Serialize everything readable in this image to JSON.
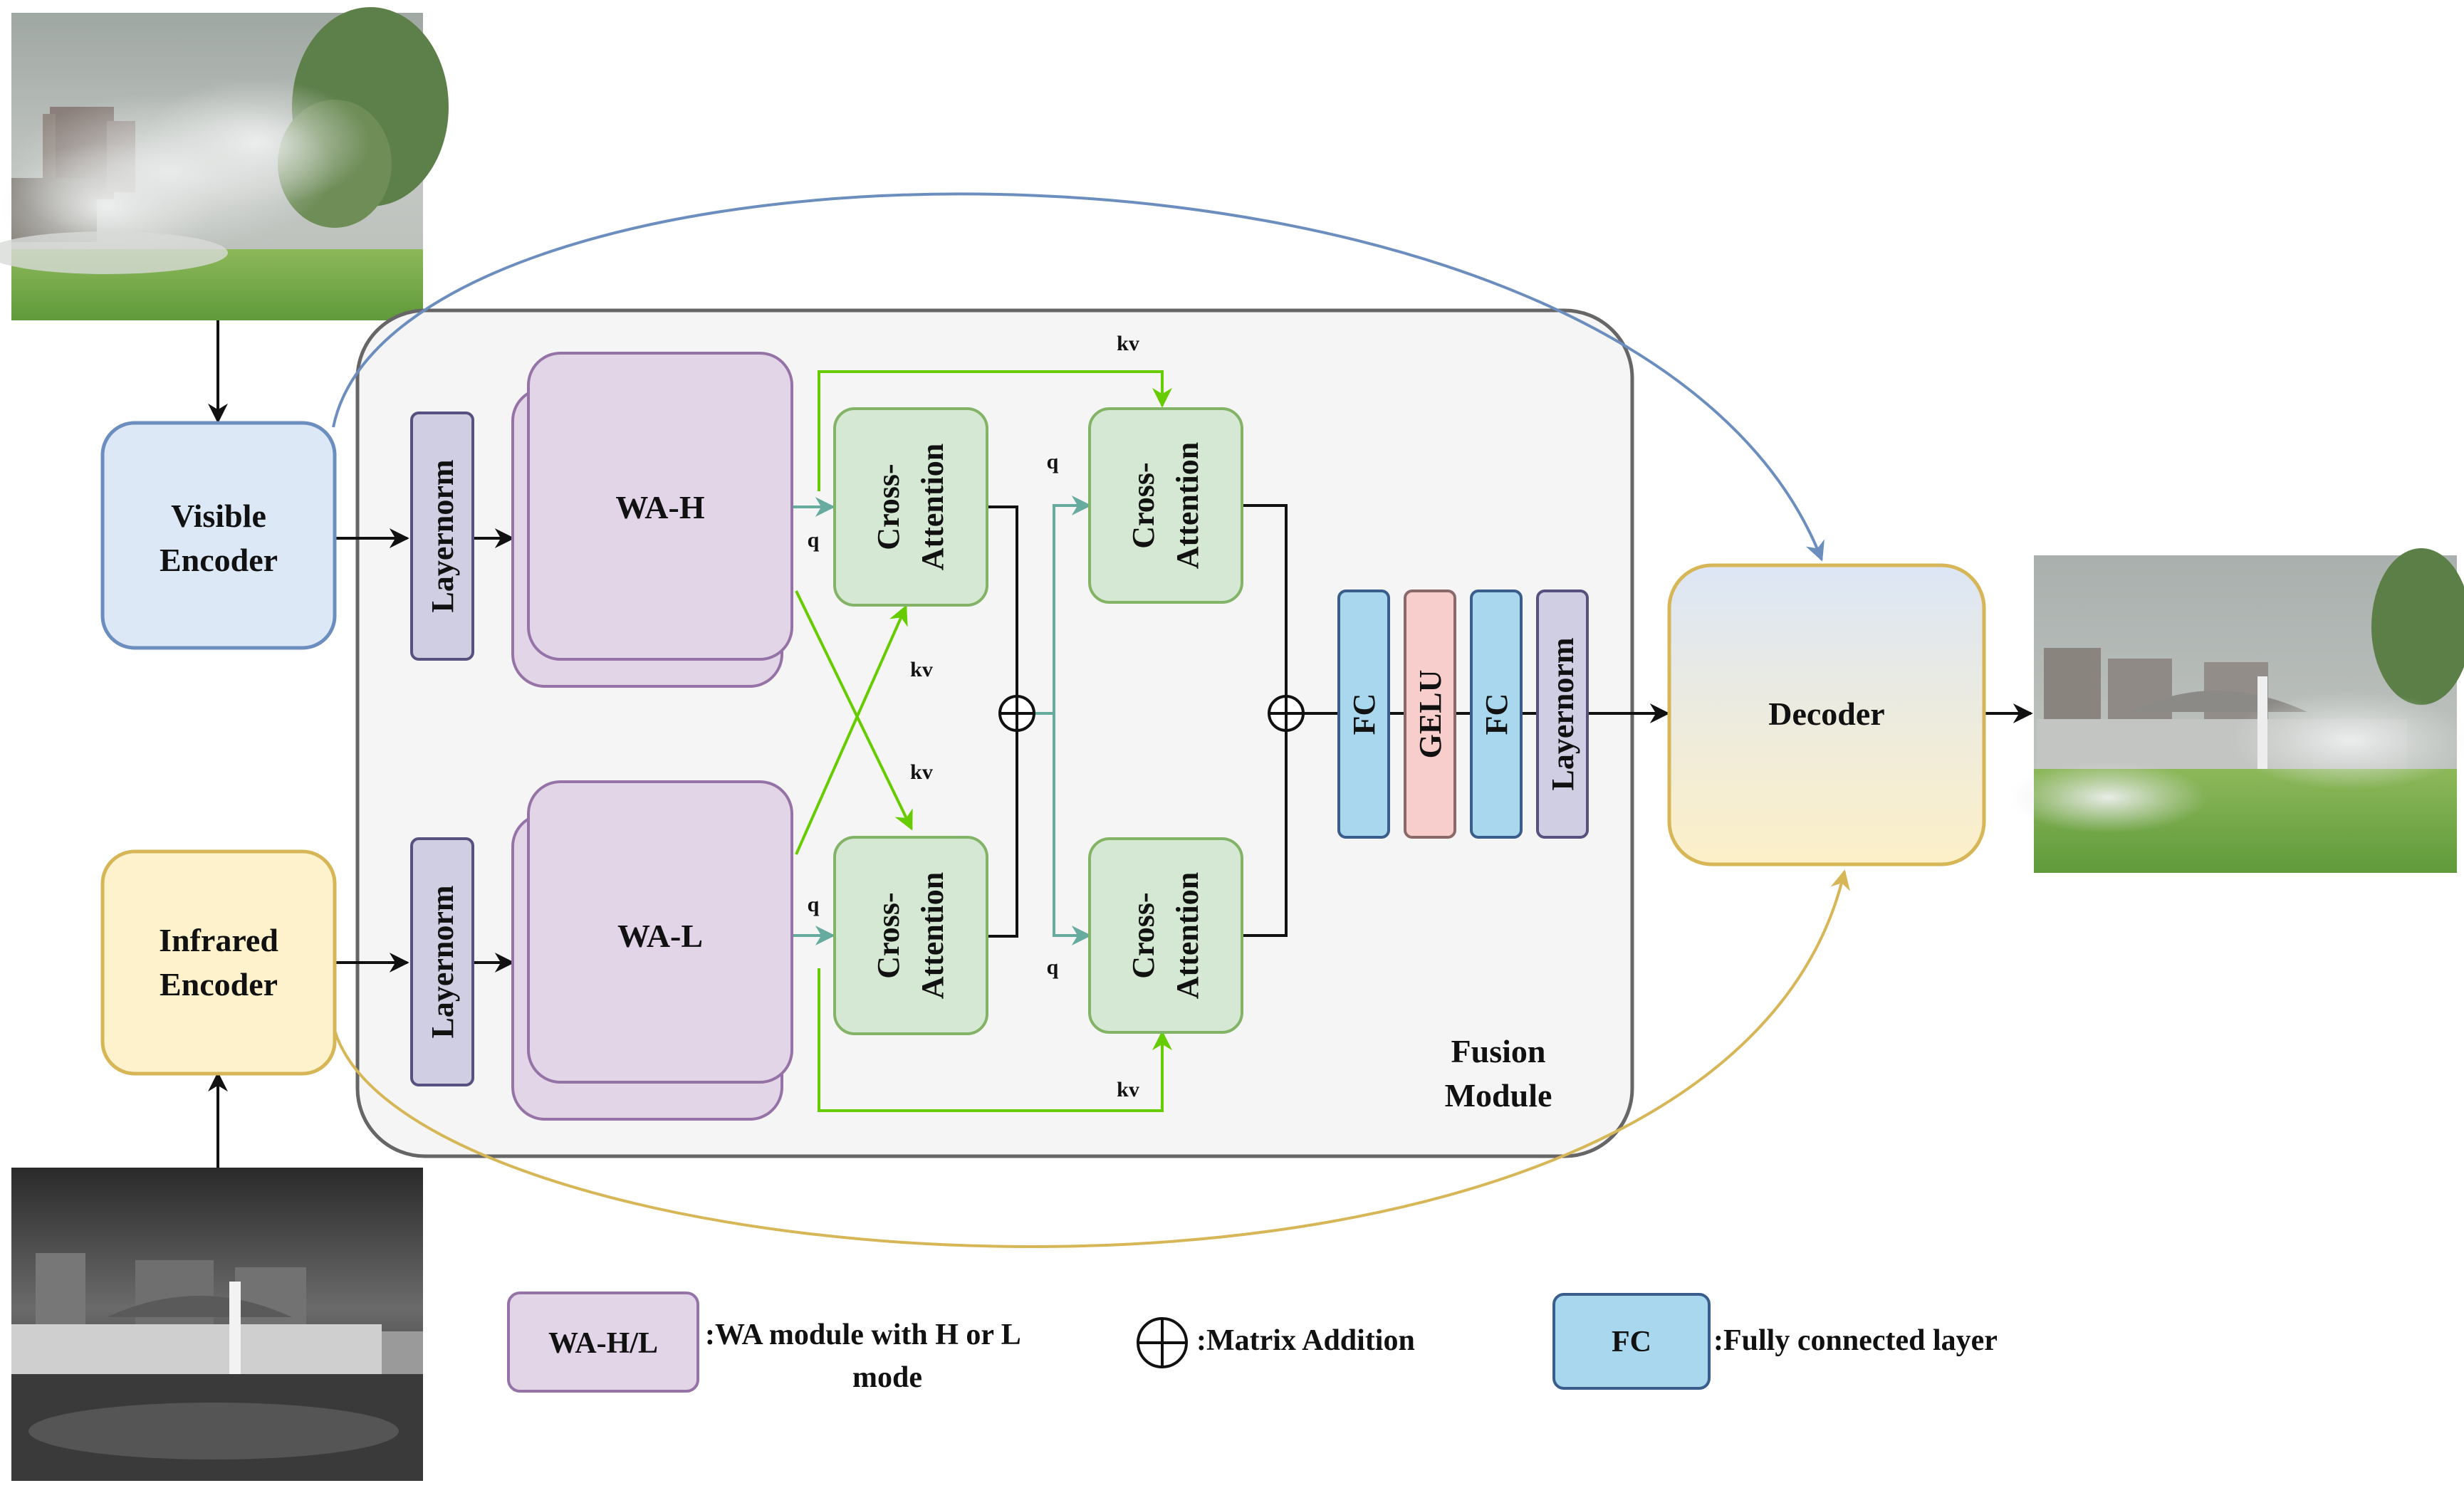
{
  "encoders": {
    "visible": [
      "Visible",
      "Encoder"
    ],
    "infrared": [
      "Infrared",
      "Encoder"
    ]
  },
  "decoder": "Decoder",
  "layernorm": "Layernorm",
  "wa_high": "WA-H",
  "wa_low": "WA-L",
  "cross_attention": [
    "Cross-",
    "Attention"
  ],
  "fc": "FC",
  "gelu": "GELU",
  "q": "q",
  "kv": "kv",
  "fusion_module": [
    "Fusion",
    "Module"
  ],
  "legend": {
    "wa_box": "WA-H/L",
    "wa_desc": [
      ":WA module with H or L",
      "mode"
    ],
    "matrix_addition": ":Matrix Addition",
    "fc_box": "FC",
    "fc_desc": ":Fully connected layer"
  },
  "colors": {
    "encoder_visible_fill": "#dde8f7",
    "encoder_visible_stroke": "#6c8ebf",
    "encoder_infrared_fill": "#fdf2cc",
    "encoder_infrared_stroke": "#d6b656",
    "wa_fill": "#e1d5e7",
    "wa_stroke": "#9673a6",
    "attention_fill": "#d5e8d4",
    "attention_stroke": "#82b366",
    "fc_fill": "#a8d7ee",
    "gelu_fill": "#f8cecc",
    "green_arrow": "#66cc00",
    "teal_arrow": "#67ab9f",
    "blue_arrow": "#6c8ebf",
    "yellow_arrow": "#d6b656"
  }
}
